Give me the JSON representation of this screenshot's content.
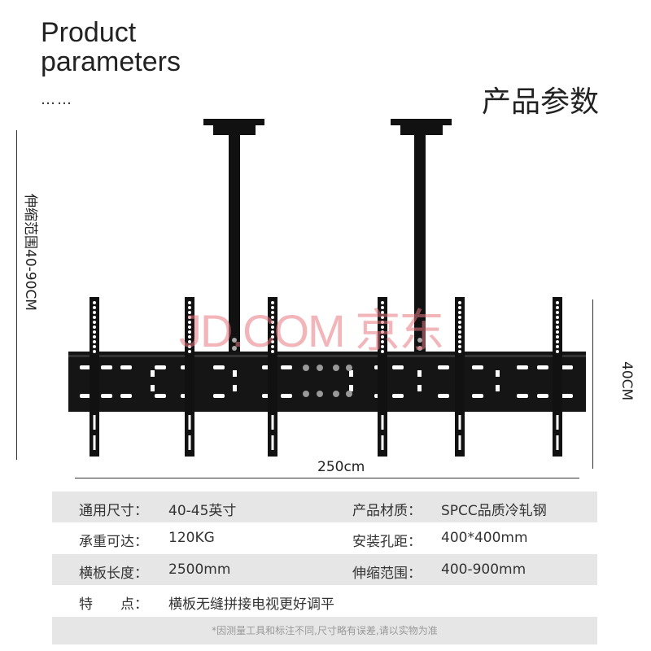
{
  "header": {
    "title_en_line1": "Product",
    "title_en_line2": "parameters",
    "dots": "……",
    "title_cn": "产品参数"
  },
  "dimensions": {
    "height_range": "伸缩范围40-90CM",
    "plate_height": "40CM",
    "width": "250cm"
  },
  "watermark": "JD.COM 京东",
  "specs": [
    {
      "l_label": "通用尺寸：",
      "l_value": "40-45英寸",
      "r_label": "产品材质：",
      "r_value": "SPCC品质冷轧钢"
    },
    {
      "l_label": "承重可达：",
      "l_value": "120KG",
      "r_label": "安装孔距：",
      "r_value": "400*400mm"
    },
    {
      "l_label": "横板长度：",
      "l_value": "2500mm",
      "r_label": "伸缩范围：",
      "r_value": "400-900mm"
    }
  ],
  "feature": {
    "label": "特　　点：",
    "value": "横板无缝拼接电视更好调平"
  },
  "note": "*因测量工具和标注不同,尺寸略有误差,请以实物为准"
}
